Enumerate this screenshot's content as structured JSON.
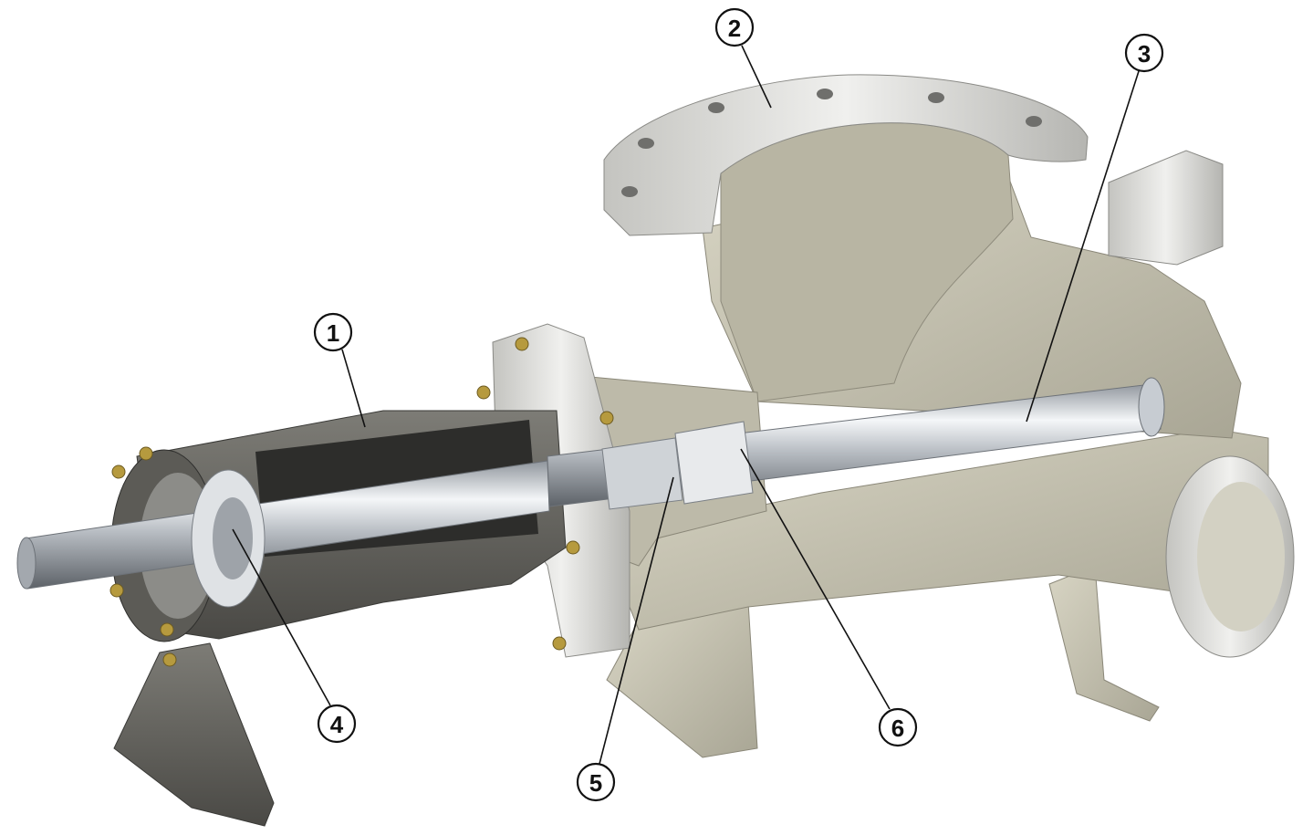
{
  "illustration": {
    "subject": "pump-cutaway",
    "colors": {
      "background": "#ffffff",
      "housing": "#c9c6b4",
      "housing_shadow": "#9e9b8c",
      "machined_face": "#d9d9d6",
      "bearing_frame": "#6e6d68",
      "bearing_frame_dark": "#3f3e3b",
      "shaft": "#c7ccd2",
      "bolt": "#b69a3e",
      "callout_stroke": "#111111"
    }
  },
  "callouts": [
    {
      "label": "1"
    },
    {
      "label": "2"
    },
    {
      "label": "3"
    },
    {
      "label": "4"
    },
    {
      "label": "5"
    },
    {
      "label": "6"
    }
  ]
}
